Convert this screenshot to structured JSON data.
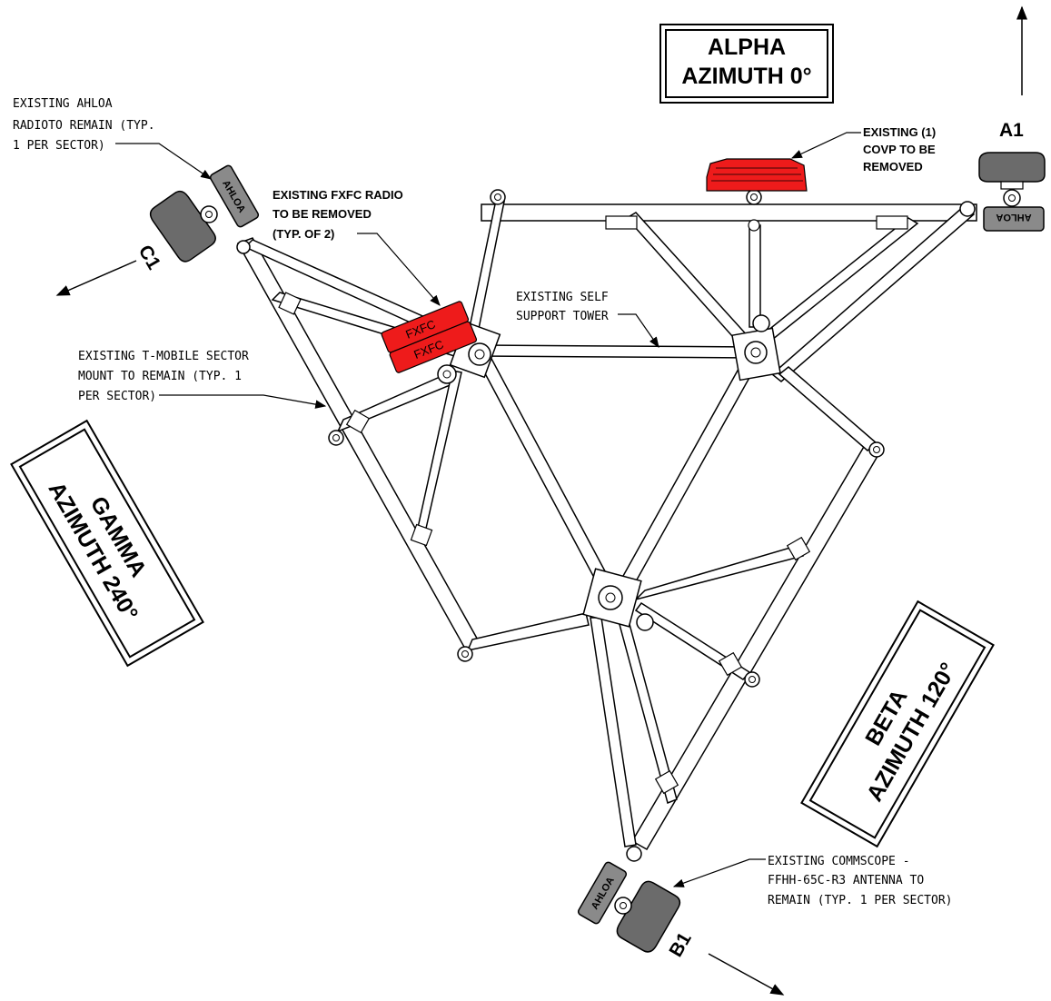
{
  "labels": {
    "alpha_line1": "ALPHA",
    "alpha_line2": "AZIMUTH 0°",
    "beta_line1": "BETA",
    "beta_line2": "AZIMUTH 120°",
    "gamma_line1": "GAMMA",
    "gamma_line2": "AZIMUTH 240°",
    "sector_a1": "A1",
    "sector_b1": "B1",
    "sector_c1": "C1",
    "ahloa": "AHLOA",
    "fxfc": "FXFC"
  },
  "notes": {
    "ahloa_radio": [
      "EXISTING AHLOA",
      "RADIOTO REMAIN (TYP.",
      "1 PER SECTOR)"
    ],
    "fxfc_radio": [
      "EXISTING FXFC RADIO",
      "TO BE REMOVED",
      "(TYP. OF 2)"
    ],
    "covp": [
      "EXISTING (1)",
      "COVP TO BE",
      "REMOVED"
    ],
    "tower": [
      "EXISTING SELF",
      "SUPPORT TOWER"
    ],
    "sector_mount": [
      "EXISTING T-MOBILE SECTOR",
      "MOUNT TO REMAIN (TYP. 1",
      "PER SECTOR)"
    ],
    "antenna": [
      "EXISTING COMMSCOPE -",
      "FFHH-65C-R3 ANTENNA TO",
      "REMAIN (TYP. 1 PER SECTOR)"
    ]
  },
  "colors": {
    "removed": "#ee1b1b",
    "existing_equipment": "#6b6b6b",
    "structure": "#ffffff"
  }
}
